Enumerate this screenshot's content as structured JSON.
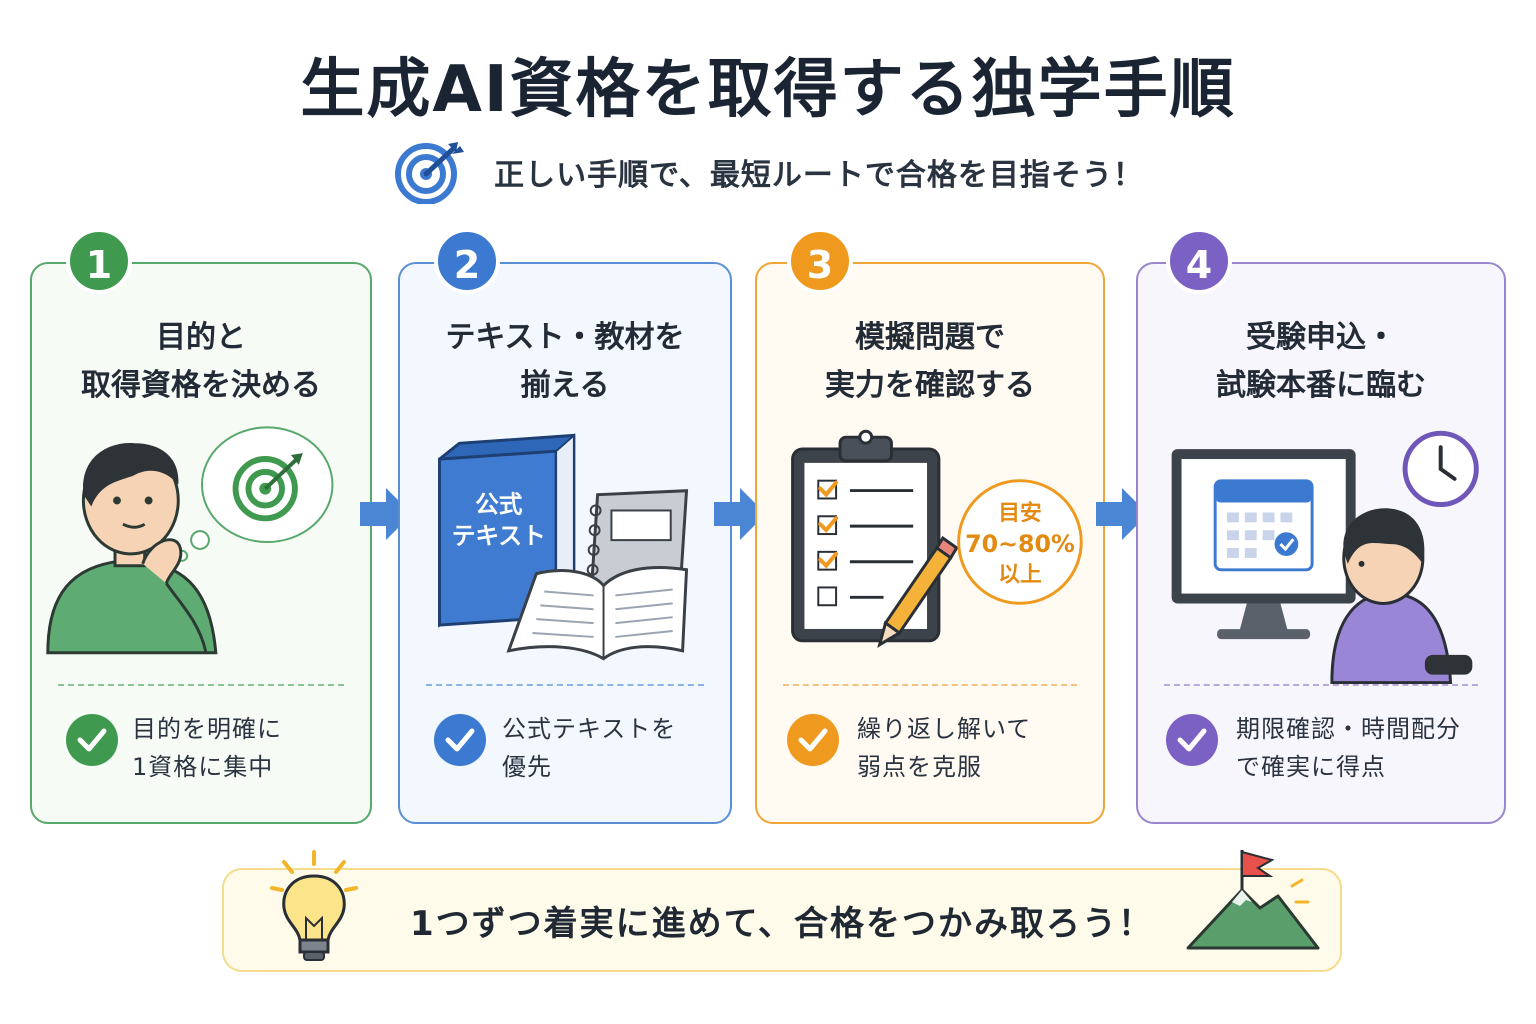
{
  "title": "生成AI資格を取得する独学手順",
  "subtitle": "正しい手順で、最短ルートで合格を目指そう！",
  "steps": [
    {
      "number": "1",
      "title_line1": "目的と",
      "title_line2": "取得資格を決める",
      "point_line1": "目的を明確に",
      "point_line2": "1資格に集中",
      "color": "#3f9a4f"
    },
    {
      "number": "2",
      "title_line1": "テキスト・教材を",
      "title_line2": "揃える",
      "book_line1": "公式",
      "book_line2": "テキスト",
      "point_line1": "公式テキストを",
      "point_line2": "優先",
      "color": "#3b7ad0"
    },
    {
      "number": "3",
      "title_line1": "模擬問題で",
      "title_line2": "実力を確認する",
      "target_line1": "目安",
      "target_line2": "70~80%",
      "target_line3": "以上",
      "point_line1": "繰り返し解いて",
      "point_line2": "弱点を克服",
      "color": "#ef9a1e"
    },
    {
      "number": "4",
      "title_line1": "受験申込・",
      "title_line2": "試験本番に臨む",
      "point_line1": "期限確認・時間配分",
      "point_line2": "で確実に得点",
      "color": "#7b61c4"
    }
  ],
  "banner": "1つずつ着実に進めて、合格をつかみ取ろう！",
  "icons": [
    "target-icon",
    "arrow-right-icon",
    "check-icon",
    "lightbulb-icon",
    "mountain-flag-icon",
    "clock-icon",
    "calendar-icon",
    "clipboard-icon",
    "pencil-icon",
    "book-icon"
  ]
}
